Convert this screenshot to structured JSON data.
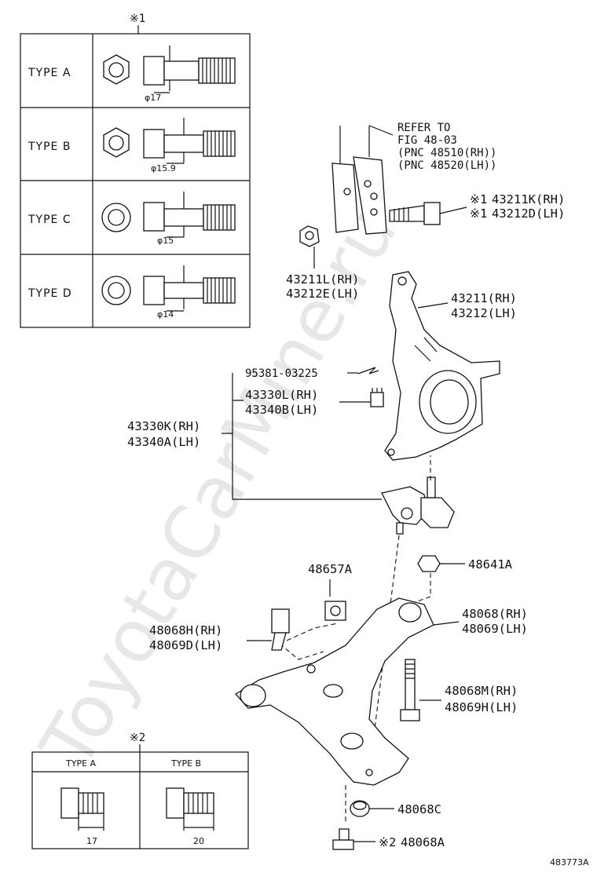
{
  "watermark": "ToyotaCarMine.ru",
  "figure_id": "483773A",
  "note1": {
    "mark": "※1",
    "rows": [
      {
        "type": "TYPE A",
        "dim": "φ17"
      },
      {
        "type": "TYPE B",
        "dim": "φ15.9"
      },
      {
        "type": "TYPE C",
        "dim": "φ15"
      },
      {
        "type": "TYPE D",
        "dim": "φ14"
      }
    ]
  },
  "note2": {
    "mark": "※2",
    "cols": [
      {
        "type": "TYPE A",
        "dim": "17"
      },
      {
        "type": "TYPE B",
        "dim": "20"
      }
    ]
  },
  "labels": {
    "refer": [
      "REFER TO",
      "FIG 48-03",
      "(PNC 48510(RH))",
      "(PNC 48520(LH))"
    ],
    "l_43211k": {
      "mark": "※1",
      "rh": "43211K(RH)",
      "lh": "43212D(LH)"
    },
    "l_43211l": {
      "rh": "43211L(RH)",
      "lh": "43212E(LH)"
    },
    "l_43211": {
      "rh": "43211(RH)",
      "lh": "43212(LH)"
    },
    "l_95381": "95381-03225",
    "l_43330l": {
      "rh": "43330L(RH)",
      "lh": "43340B(LH)"
    },
    "l_43330k": {
      "rh": "43330K(RH)",
      "lh": "43340A(LH)"
    },
    "l_48657a": "48657A",
    "l_48641a": "48641A",
    "l_48068": {
      "rh": "48068(RH)",
      "lh": "48069(LH)"
    },
    "l_48068h": {
      "rh": "48068H(RH)",
      "lh": "48069D(LH)"
    },
    "l_48068m": {
      "rh": "48068M(RH)",
      "lh": "48069H(LH)"
    },
    "l_48068c": "48068C",
    "l_48068a": {
      "mark": "※2",
      "pn": "48068A"
    }
  }
}
